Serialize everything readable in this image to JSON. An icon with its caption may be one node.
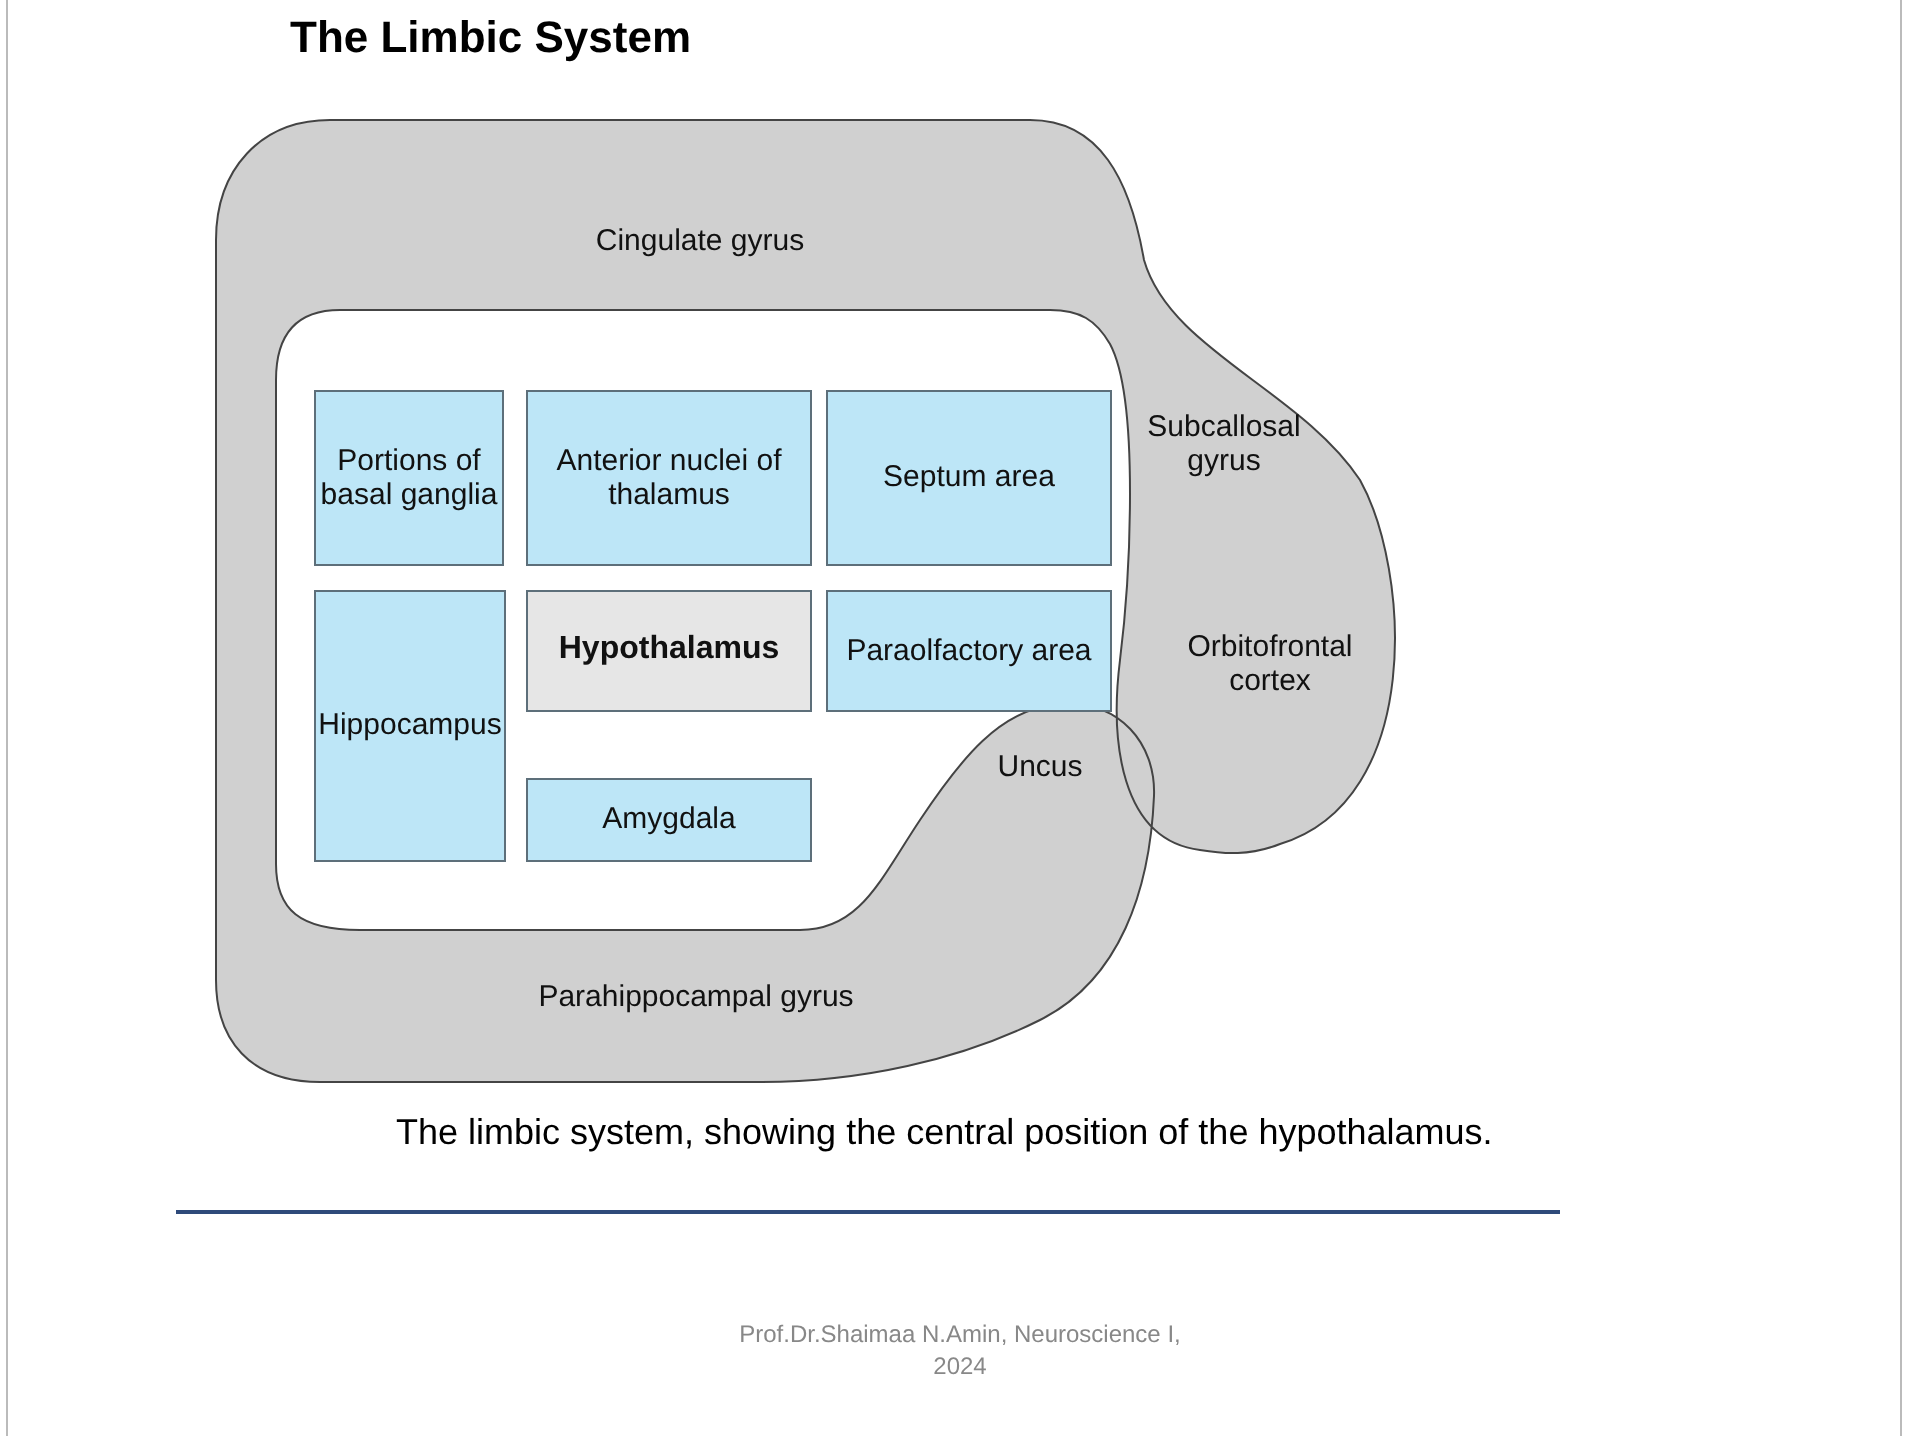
{
  "diagram": {
    "title": "The Limbic System",
    "caption": "The limbic system, showing the central position of the hypothalamus.",
    "nodes": [
      {
        "text": [
          "Cingulate gyrus",
          "Subcallosal gyrus",
          "Orbitofrontal cortex",
          "Uncus",
          "Parahippocampal gyrus"
        ]
      },
      {
        "text": [
          "Portions of basal ganglia"
        ]
      },
      {
        "text": [
          "Anterior nuclei of thalamus"
        ]
      },
      {
        "text": [
          "Septum area"
        ]
      },
      {
        "text": [
          "Hippocampus"
        ]
      },
      {
        "text": [
          "Hypothalamus"
        ]
      },
      {
        "text": [
          "Paraolfactory area"
        ]
      },
      {
        "text": [
          "Amygdala"
        ]
      }
    ],
    "labels": [
      "Prof.Dr.Shaimaa N.Amin, Neuroscience I, 2024"
    ]
  }
}
